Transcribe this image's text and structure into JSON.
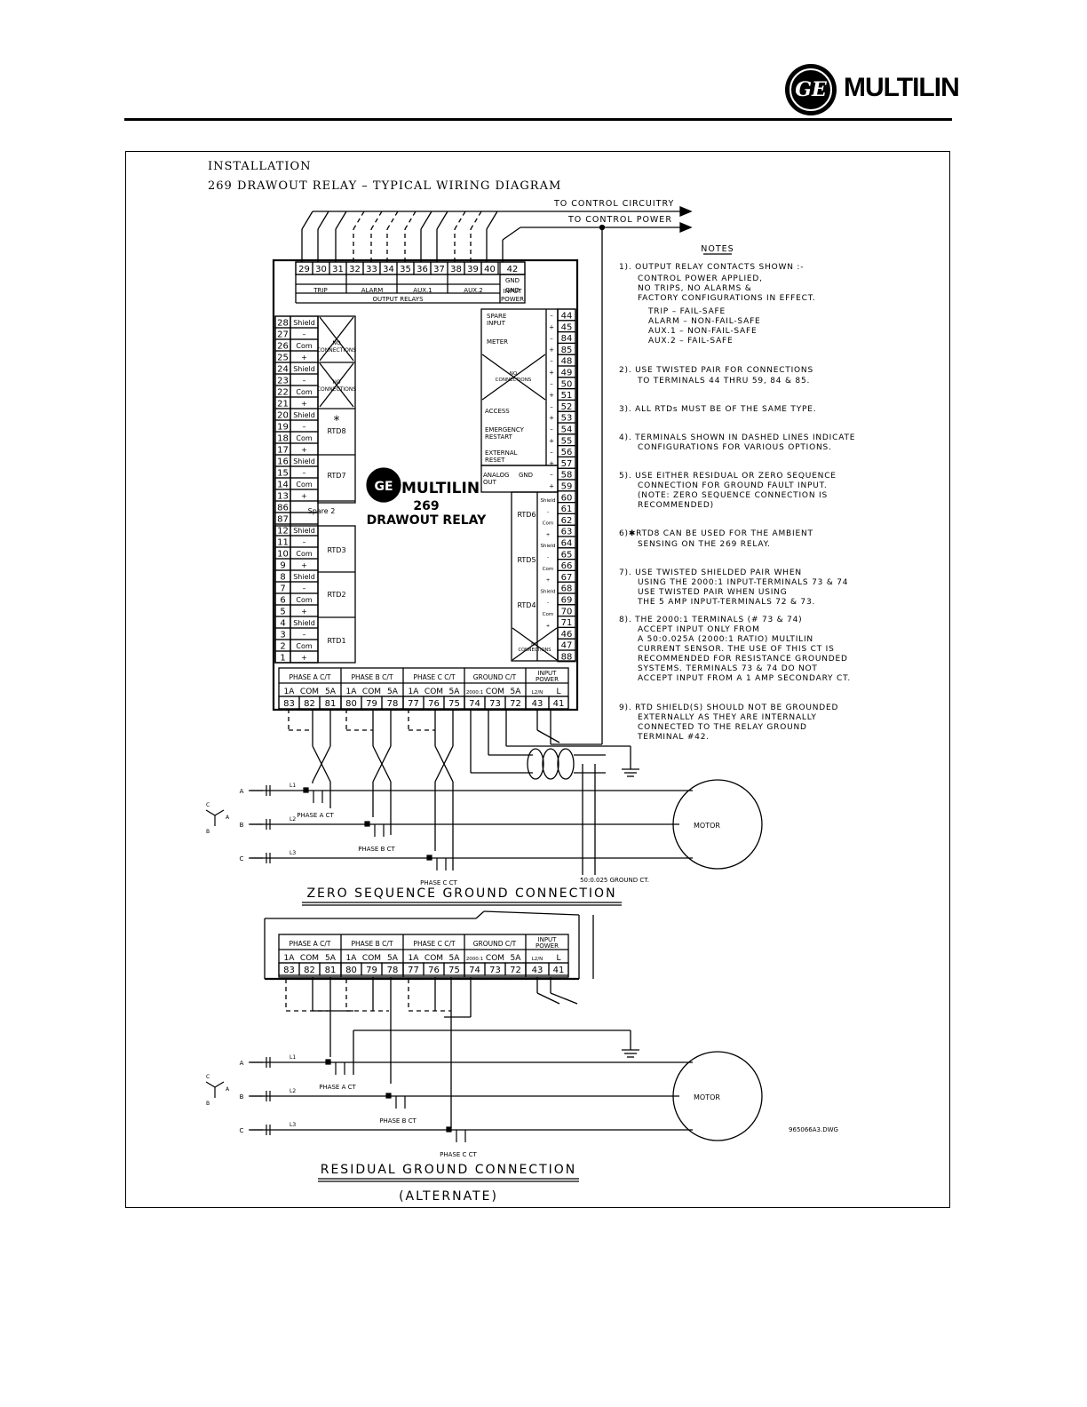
{
  "header": {
    "logo_text": "GE",
    "brand": "MULTILIN"
  },
  "title": {
    "line1": "INSTALLATION",
    "line2": "269 DRAWOUT RELAY – TYPICAL WIRING DIAGRAM"
  },
  "arrows": {
    "control_circuitry": "TO CONTROL CIRCUITRY",
    "control_power": "TO CONTROL POWER"
  },
  "relay": {
    "brand": "MULTILIN",
    "model": "269",
    "name": "DRAWOUT RELAY",
    "top_terminals": [
      "29",
      "30",
      "31",
      "32",
      "33",
      "34",
      "35",
      "36",
      "37",
      "38",
      "39",
      "40",
      "42"
    ],
    "top_groups": [
      "TRIP",
      "ALARM",
      "AUX.1",
      "AUX.2",
      "GND"
    ],
    "input_power": [
      "INPUT",
      "POWER"
    ],
    "output_relays": "OUTPUT RELAYS",
    "left_terminals": [
      {
        "num": "28",
        "label": "Shield"
      },
      {
        "num": "27",
        "label": "–"
      },
      {
        "num": "26",
        "label": "Com"
      },
      {
        "num": "25",
        "label": "+"
      },
      {
        "num": "24",
        "label": "Shield"
      },
      {
        "num": "23",
        "label": "–"
      },
      {
        "num": "22",
        "label": "Com"
      },
      {
        "num": "21",
        "label": "+"
      },
      {
        "num": "20",
        "label": "Shield"
      },
      {
        "num": "19",
        "label": "–"
      },
      {
        "num": "18",
        "label": "Com"
      },
      {
        "num": "17",
        "label": "+"
      },
      {
        "num": "16",
        "label": "Shield"
      },
      {
        "num": "15",
        "label": "–"
      },
      {
        "num": "14",
        "label": "Com"
      },
      {
        "num": "13",
        "label": "+"
      },
      {
        "num": "86",
        "label": ""
      },
      {
        "num": "87",
        "label": ""
      },
      {
        "num": "12",
        "label": "Shield"
      },
      {
        "num": "11",
        "label": "–"
      },
      {
        "num": "10",
        "label": "Com"
      },
      {
        "num": "9",
        "label": "+"
      },
      {
        "num": "8",
        "label": "Shield"
      },
      {
        "num": "7",
        "label": "–"
      },
      {
        "num": "6",
        "label": "Com"
      },
      {
        "num": "5",
        "label": "+"
      },
      {
        "num": "4",
        "label": "Shield"
      },
      {
        "num": "3",
        "label": "–"
      },
      {
        "num": "2",
        "label": "Com"
      },
      {
        "num": "1",
        "label": "+"
      }
    ],
    "left_groups": [
      "NO CONNECTIONS",
      "NO CONNECTIONS",
      "RTD8",
      "RTD7",
      "Spare 2",
      "RTD3",
      "RTD2",
      "RTD1"
    ],
    "asterisk": "*",
    "right_terminals": [
      "44",
      "45",
      "84",
      "85",
      "48",
      "49",
      "50",
      "51",
      "52",
      "53",
      "54",
      "55",
      "56",
      "57",
      "58",
      "59",
      "60",
      "61",
      "62",
      "63",
      "64",
      "65",
      "66",
      "67",
      "68",
      "69",
      "70",
      "71",
      "46",
      "47",
      "88"
    ],
    "right_groups": [
      "SPARE INPUT",
      "METER",
      "NO CONNECTIONS",
      "ACCESS",
      "EMERGENCY RESTART",
      "EXTERNAL RESET",
      "ANALOG OUT",
      "GND",
      "RTD6",
      "RTD5",
      "RTD4",
      "NO CONNECTIONS"
    ],
    "bottom_groups": [
      "PHASE A C/T",
      "PHASE B C/T",
      "PHASE C C/T",
      "GROUND C/T",
      "INPUT POWER"
    ],
    "bottom_sub": [
      "1A",
      "COM",
      "5A",
      "1A",
      "COM",
      "5A",
      "1A",
      "COM",
      "5A",
      "2000:1",
      "COM",
      "5A",
      "L2/N",
      "L"
    ],
    "bottom_terminals": [
      "83",
      "82",
      "81",
      "80",
      "79",
      "78",
      "77",
      "76",
      "75",
      "74",
      "73",
      "72",
      "43",
      "41"
    ]
  },
  "notes": {
    "heading": "NOTES",
    "lines": [
      "1). OUTPUT RELAY CONTACTS SHOWN :-",
      "CONTROL POWER APPLIED,",
      "NO TRIPS, NO ALARMS &",
      "FACTORY CONFIGURATIONS IN EFFECT.",
      "TRIP – FAIL-SAFE",
      "ALARM – NON-FAIL-SAFE",
      "AUX.1 – NON-FAIL-SAFE",
      "AUX.2 – FAIL-SAFE",
      "2). USE TWISTED PAIR FOR CONNECTIONS",
      "TO TERMINALS 44 THRU 59, 84 & 85.",
      "3). ALL RTDs MUST BE OF THE SAME TYPE.",
      "4). TERMINALS SHOWN IN DASHED LINES INDICATE",
      "CONFIGURATIONS FOR VARIOUS OPTIONS.",
      "5). USE EITHER RESIDUAL OR ZERO SEQUENCE",
      "CONNECTION FOR GROUND FAULT INPUT.",
      "(NOTE: ZERO SEQUENCE CONNECTION IS",
      "RECOMMENDED)",
      "6)✱RTD8 CAN BE USED FOR THE AMBIENT",
      "SENSING ON THE 269 RELAY.",
      "7). USE TWISTED SHIELDED PAIR WHEN",
      "USING THE 2000:1 INPUT-TERMINALS 73 & 74",
      "USE TWISTED PAIR WHEN USING",
      "THE 5 AMP INPUT-TERMINALS 72 & 73.",
      "8). THE 2000:1 TERMINALS (# 73 & 74)",
      "ACCEPT INPUT ONLY FROM",
      "A 50:0.025A (2000:1 RATIO) MULTILIN",
      "CURRENT SENSOR. THE USE OF THIS CT IS",
      "RECOMMENDED FOR RESISTANCE GROUNDED",
      "SYSTEMS. TERMINALS 73 & 74 DO NOT",
      "ACCEPT INPUT FROM A 1 AMP SECONDARY CT.",
      "9). RTD SHIELD(S) SHOULD NOT BE GROUNDED",
      "EXTERNALLY AS THEY ARE INTERNALLY",
      "CONNECTED TO THE RELAY GROUND",
      "TERMINAL #42."
    ]
  },
  "zero_seq": {
    "title": "ZERO SEQUENCE GROUND CONNECTION",
    "phases": [
      "A",
      "B",
      "C"
    ],
    "lines": [
      "L1",
      "L2",
      "L3"
    ],
    "ct_labels": [
      "PHASE A CT",
      "PHASE B CT",
      "PHASE C CT"
    ],
    "ground_ct": "50:0.025 GROUND CT.",
    "motor": "MOTOR",
    "wye_labels": [
      "C",
      "A",
      "B"
    ]
  },
  "residual": {
    "title": "RESIDUAL GROUND CONNECTION",
    "subtitle": "(ALTERNATE)",
    "ct_labels": [
      "PHASE A CT",
      "PHASE B CT",
      "PHASE C CT"
    ],
    "motor": "MOTOR",
    "drawing_no": "965066A3.DWG"
  }
}
